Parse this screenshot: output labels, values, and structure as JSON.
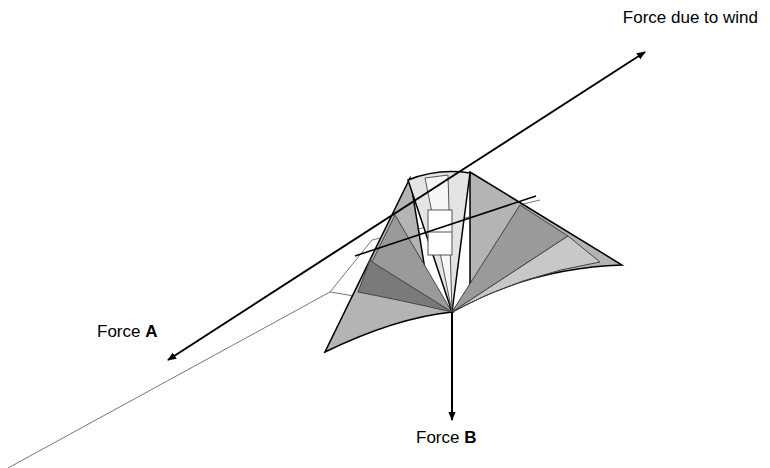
{
  "diagram": {
    "labels": [
      "Force due to wind",
      "Force A",
      "Force B"
    ]
  }
}
